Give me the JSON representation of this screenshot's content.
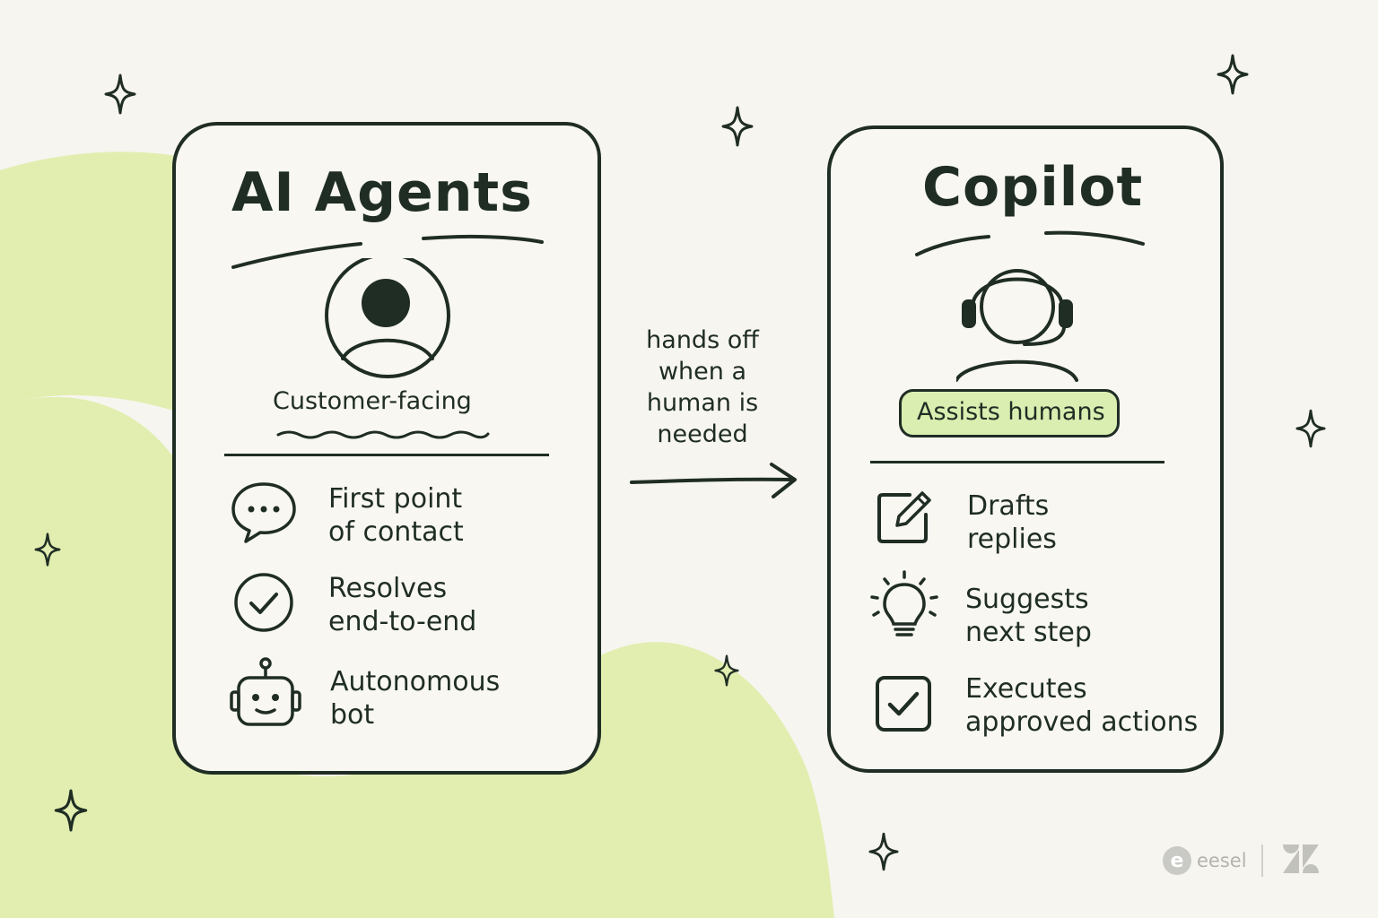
{
  "colors": {
    "ink": "#1f2d24",
    "accent": "#d9eeb0",
    "background": "#f7f5ef",
    "blob": "#e1eeb0"
  },
  "left_card": {
    "title": "AI Agents",
    "subtitle": "Customer-facing",
    "items": [
      {
        "icon": "chat-bubble-icon",
        "text": "First point\nof contact"
      },
      {
        "icon": "check-circle-icon",
        "text": "Resolves\nend-to-end"
      },
      {
        "icon": "robot-icon",
        "text": "Autonomous\nbot"
      }
    ]
  },
  "connector": {
    "label": "hands off\nwhen a\nhuman is\nneeded"
  },
  "right_card": {
    "title": "Copilot",
    "subtitle": "Assists humans",
    "items": [
      {
        "icon": "edit-icon",
        "text": "Drafts\nreplies"
      },
      {
        "icon": "lightbulb-icon",
        "text": "Suggests\nnext step"
      },
      {
        "icon": "checkbox-icon",
        "text": "Executes\napproved actions"
      }
    ]
  },
  "branding": {
    "eesel_word": "eesel",
    "eesel_letter": "e"
  }
}
